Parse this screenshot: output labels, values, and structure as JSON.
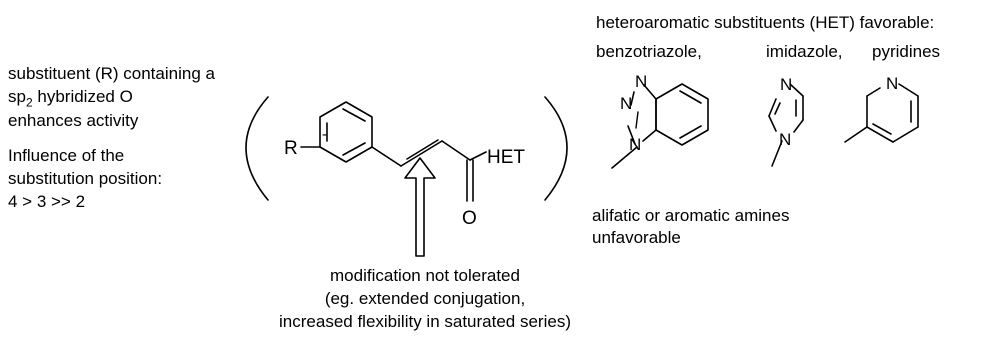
{
  "left_notes": {
    "substituent_line1": "substituent (R) containing a",
    "substituent_line2_pre": "sp",
    "substituent_line2_sub": "2",
    "substituent_line2_post": " hybridized O",
    "substituent_line3": "enhances activity",
    "position_line1": "Influence of the",
    "position_line2": "substitution position:",
    "position_line3": "4 > 3 >> 2"
  },
  "right_notes": {
    "het_title": "heteroaromatic substituents (HET) favorable:",
    "het_names": [
      "benzotriazole,",
      "imidazole,",
      "pyridines"
    ],
    "amines_line1": "alifatic or aromatic amines",
    "amines_line2": "unfavorable"
  },
  "bottom_note": {
    "line1": "modification not tolerated",
    "line2": "(eg. extended conjugation,",
    "line3": "increased flexibility in saturated series)"
  },
  "structure_labels": {
    "r_group": "R",
    "r_bond": "-",
    "het": "HET",
    "oxygen": "O",
    "nitrogen": "N"
  }
}
